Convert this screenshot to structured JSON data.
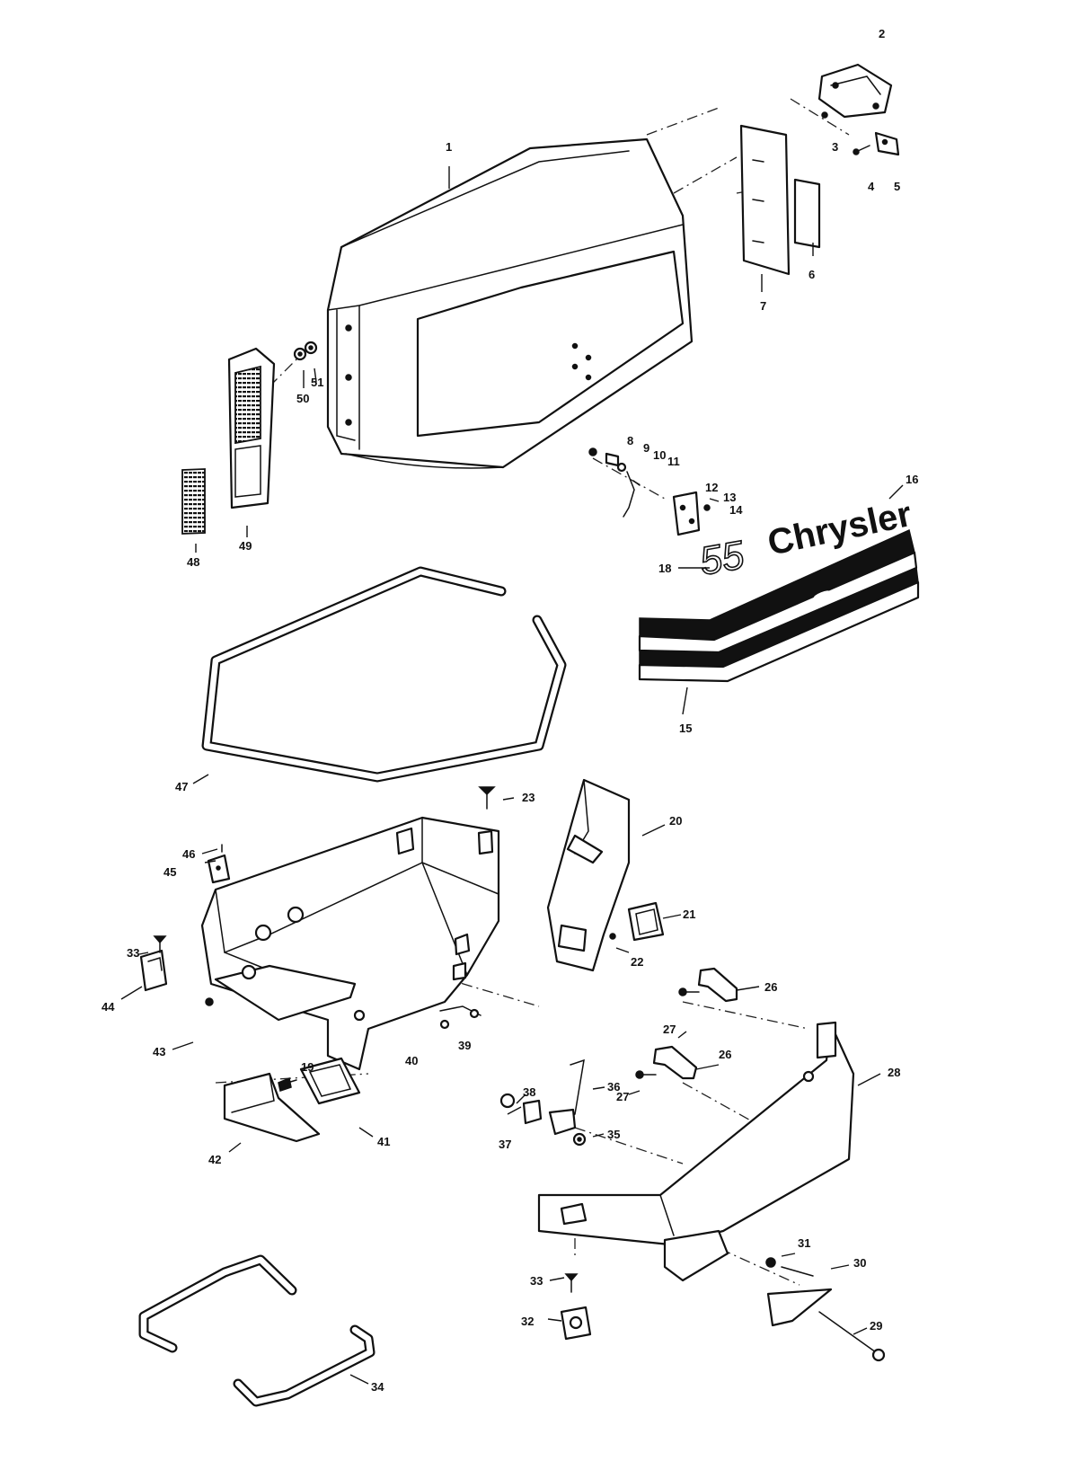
{
  "decal": {
    "brand_text": "Chrysler",
    "model_text": "55"
  },
  "labels": [
    {
      "id": "1",
      "text": "1"
    },
    {
      "id": "2",
      "text": "2"
    },
    {
      "id": "3",
      "text": "3"
    },
    {
      "id": "4",
      "text": "4"
    },
    {
      "id": "5",
      "text": "5"
    },
    {
      "id": "6",
      "text": "6"
    },
    {
      "id": "7",
      "text": "7"
    },
    {
      "id": "8",
      "text": "8"
    },
    {
      "id": "9",
      "text": "9"
    },
    {
      "id": "10",
      "text": "10"
    },
    {
      "id": "11",
      "text": "11"
    },
    {
      "id": "12",
      "text": "12"
    },
    {
      "id": "13",
      "text": "13"
    },
    {
      "id": "14",
      "text": "14"
    },
    {
      "id": "15",
      "text": "15"
    },
    {
      "id": "16",
      "text": "16"
    },
    {
      "id": "18",
      "text": "18"
    },
    {
      "id": "19",
      "text": "19"
    },
    {
      "id": "20",
      "text": "20"
    },
    {
      "id": "21",
      "text": "21"
    },
    {
      "id": "22",
      "text": "22"
    },
    {
      "id": "23",
      "text": "23"
    },
    {
      "id": "26a",
      "text": "26"
    },
    {
      "id": "26b",
      "text": "26"
    },
    {
      "id": "27a",
      "text": "27"
    },
    {
      "id": "27b",
      "text": "27"
    },
    {
      "id": "28",
      "text": "28"
    },
    {
      "id": "29",
      "text": "29"
    },
    {
      "id": "30",
      "text": "30"
    },
    {
      "id": "31",
      "text": "31"
    },
    {
      "id": "32",
      "text": "32"
    },
    {
      "id": "33a",
      "text": "33"
    },
    {
      "id": "33b",
      "text": "33"
    },
    {
      "id": "34",
      "text": "34"
    },
    {
      "id": "35",
      "text": "35"
    },
    {
      "id": "36",
      "text": "36"
    },
    {
      "id": "37",
      "text": "37"
    },
    {
      "id": "38",
      "text": "38"
    },
    {
      "id": "39",
      "text": "39"
    },
    {
      "id": "40",
      "text": "40"
    },
    {
      "id": "41",
      "text": "41"
    },
    {
      "id": "42",
      "text": "42"
    },
    {
      "id": "43",
      "text": "43"
    },
    {
      "id": "44",
      "text": "44"
    },
    {
      "id": "45",
      "text": "45"
    },
    {
      "id": "46",
      "text": "46"
    },
    {
      "id": "47",
      "text": "47"
    },
    {
      "id": "48",
      "text": "48"
    },
    {
      "id": "49",
      "text": "49"
    },
    {
      "id": "50",
      "text": "50"
    },
    {
      "id": "51",
      "text": "51"
    }
  ]
}
